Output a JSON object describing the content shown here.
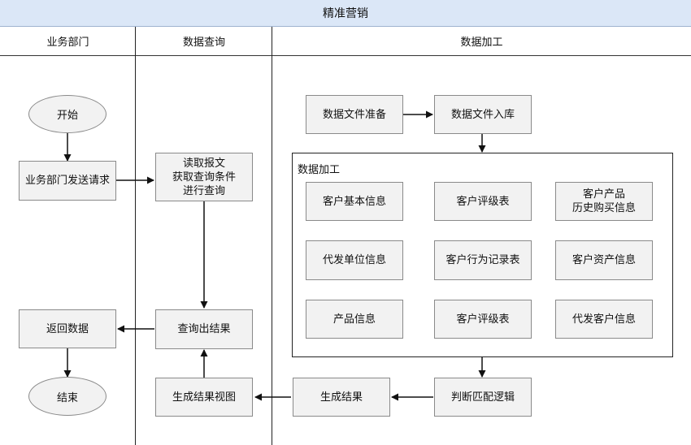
{
  "title": "精准营销",
  "lanes": {
    "business": "业务部门",
    "query": "数据查询",
    "processing": "数据加工"
  },
  "nodes": {
    "start": "开始",
    "send_request": "业务部门发送请求",
    "read_message": "读取报文\n获取查询条件\n进行查询",
    "query_result": "查询出结果",
    "return_data": "返回数据",
    "end": "结束",
    "generate_view": "生成结果视图",
    "generate_result": "生成结果",
    "match_logic": "判断匹配逻辑",
    "file_prepare": "数据文件准备",
    "file_import": "数据文件入库"
  },
  "processing_group": {
    "label": "数据加工",
    "items": [
      "客户基本信息",
      "客户评级表",
      "客户产品\n历史购买信息",
      "代发单位信息",
      "客户行为记录表",
      "客户资产信息",
      "产品信息",
      "客户评级表",
      "代发客户信息"
    ]
  }
}
